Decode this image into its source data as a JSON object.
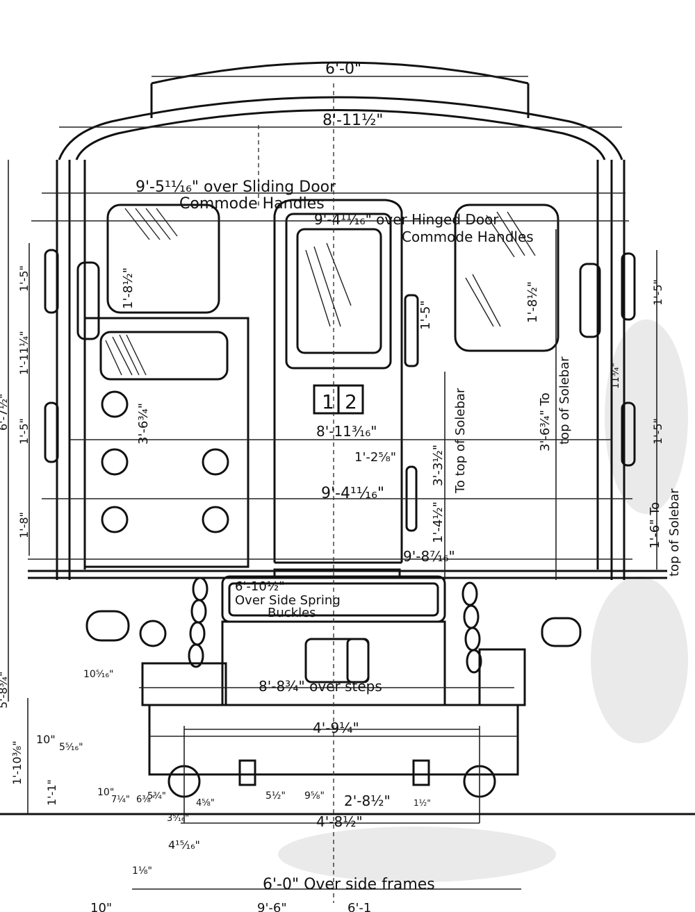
{
  "dimensions": {
    "roof_width": "6'-0\"",
    "cantrail_width": "8'-11½\"",
    "sliding_door_handles_1": "9'-5¹¹⁄₁₆\" over Sliding Door",
    "sliding_door_handles_2": "Commode Handles",
    "hinged_door_handles_1": "9'-4¹¹⁄₁₆\" over Hinged Door",
    "hinged_door_handles_2": "Commode Handles",
    "window_left": "1'-8½\"",
    "window_right": "1'-8½\"",
    "left_lamp_bracket": "3'-6¾\"",
    "width_lower": "8'-11³⁄₁₆\"",
    "offset_door": "1'-2⁵⁄₈\"",
    "width_body": "9'-4¹¹⁄₁₆\"",
    "handle_height": "1'-5\"",
    "to_solebar_centre": "3'-3½\"",
    "to_solebar_label": "To top of Solebar",
    "height_lower_handle": "1'-4½\"",
    "width_solebar": "9'-8⁷⁄₁₆\"",
    "right_solebar_upper": "3'-6¾\" To",
    "right_solebar_upper_2": "top of Solebar",
    "right_solebar_lower": "1'-6\" To",
    "right_solebar_lower_2": "top of Solebar",
    "left_1_5_top": "1'-5\"",
    "left_1_11": "1'-11¼\"",
    "left_1_5_bottom": "1'-5\"",
    "left_1_8": "1'-8\"",
    "left_total": "6'-7½\"",
    "right_1_5_top": "1'-5\"",
    "right_1_5_bottom": "1'-5\"",
    "right_11": "11¾\"",
    "spring_buckles_1": "6'-10½\"",
    "spring_buckles_2": "Over Side Spring",
    "spring_buckles_3": "Buckles",
    "over_steps": "8'-8¾\" over steps",
    "bogie_width": "4'-9¼\"",
    "axle_height": "2'-8½\"",
    "gauge": "4'-8½\"",
    "side_frames": "6'-0\" Over side frames",
    "step_10_6": "10⁵⁄₁₆\"",
    "low_1_10": "1'-10³⁄₈\"",
    "low_10": "10\"",
    "low_5": "5⁵⁄₁₆\"",
    "low_1_1": "1'-1\"",
    "low_10b": "10\"",
    "low_7": "7¼\"",
    "low_6": "6³⁄₈\"",
    "low_5b": "5¾\"",
    "low_4_8": "4⅝\"",
    "low_3": "3⁵⁄₁₆\"",
    "low_4": "4¹⁵⁄₁₆\"",
    "low_1_8": "1⅛\"",
    "low_5_half": "5½\"",
    "low_9": "9⅝\"",
    "low_1_right": "1½\"",
    "left_edge_total": "5'-8¾\""
  },
  "plate": {
    "left": "1",
    "right": "2"
  },
  "footer": {
    "left": "10\"",
    "center": "9'-6\"",
    "right": "6'-1"
  }
}
